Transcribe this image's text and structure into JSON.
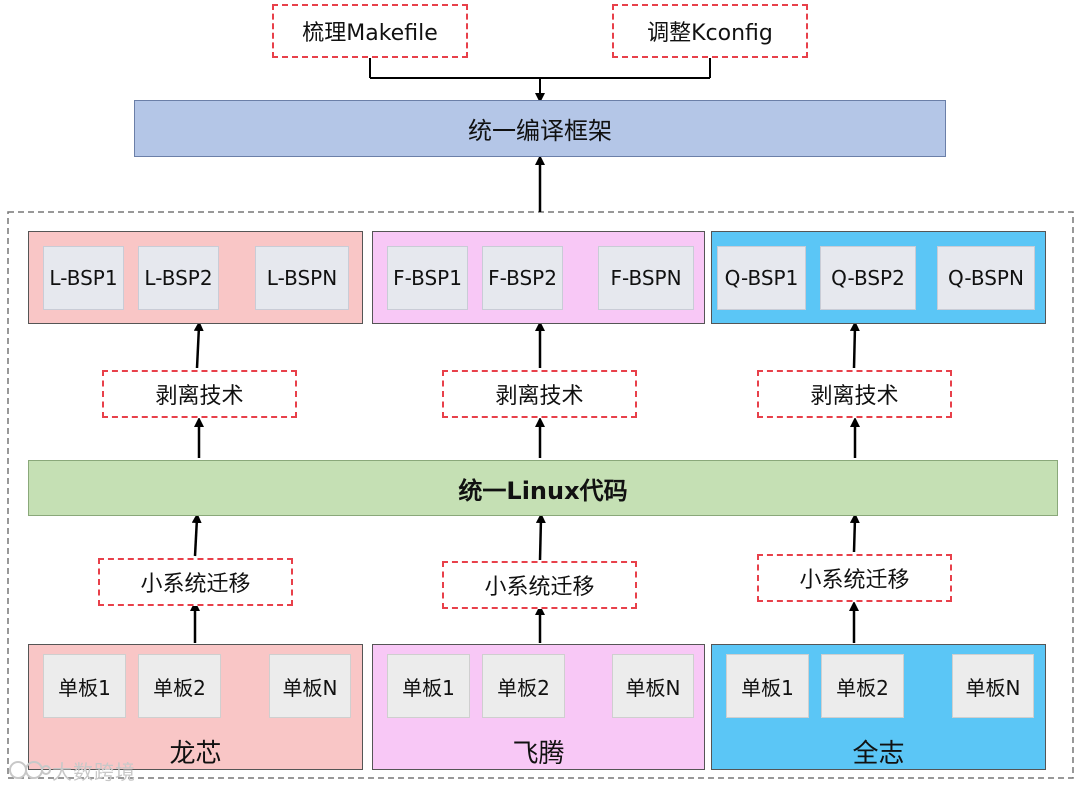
{
  "top": {
    "makefile_label": "梳理Makefile",
    "kconfig_label": "调整Kconfig",
    "framework_label": "统一编译框架"
  },
  "bsp_groups": [
    {
      "items": [
        "L-BSP1",
        "L-BSP2",
        "L-BSPN"
      ],
      "color": "#f9c6c6"
    },
    {
      "items": [
        "F-BSP1",
        "F-BSP2",
        "F-BSPN"
      ],
      "color": "#f8c8f6"
    },
    {
      "items": [
        "Q-BSP1",
        "Q-BSP2",
        "Q-BSPN"
      ],
      "color": "#5bc6f6"
    }
  ],
  "strip_label": "剥离技术",
  "linux_label": "统一Linux代码",
  "migrate_label": "小系统迁移",
  "board_groups": [
    {
      "items": [
        "单板1",
        "单板2",
        "单板N"
      ],
      "vendor": "龙芯",
      "color": "#f9c6c6"
    },
    {
      "items": [
        "单板1",
        "单板2",
        "单板N"
      ],
      "vendor": "飞腾",
      "color": "#f8c8f6"
    },
    {
      "items": [
        "单板1",
        "单板2",
        "单板N"
      ],
      "vendor": "全志",
      "color": "#5bc6f6"
    }
  ],
  "watermark": "大数跨境",
  "colors": {
    "framework_fill": "#b4c6e7",
    "linux_fill": "#c5e0b4",
    "dashed_border": "#e8404a",
    "arrow": "#000000"
  }
}
